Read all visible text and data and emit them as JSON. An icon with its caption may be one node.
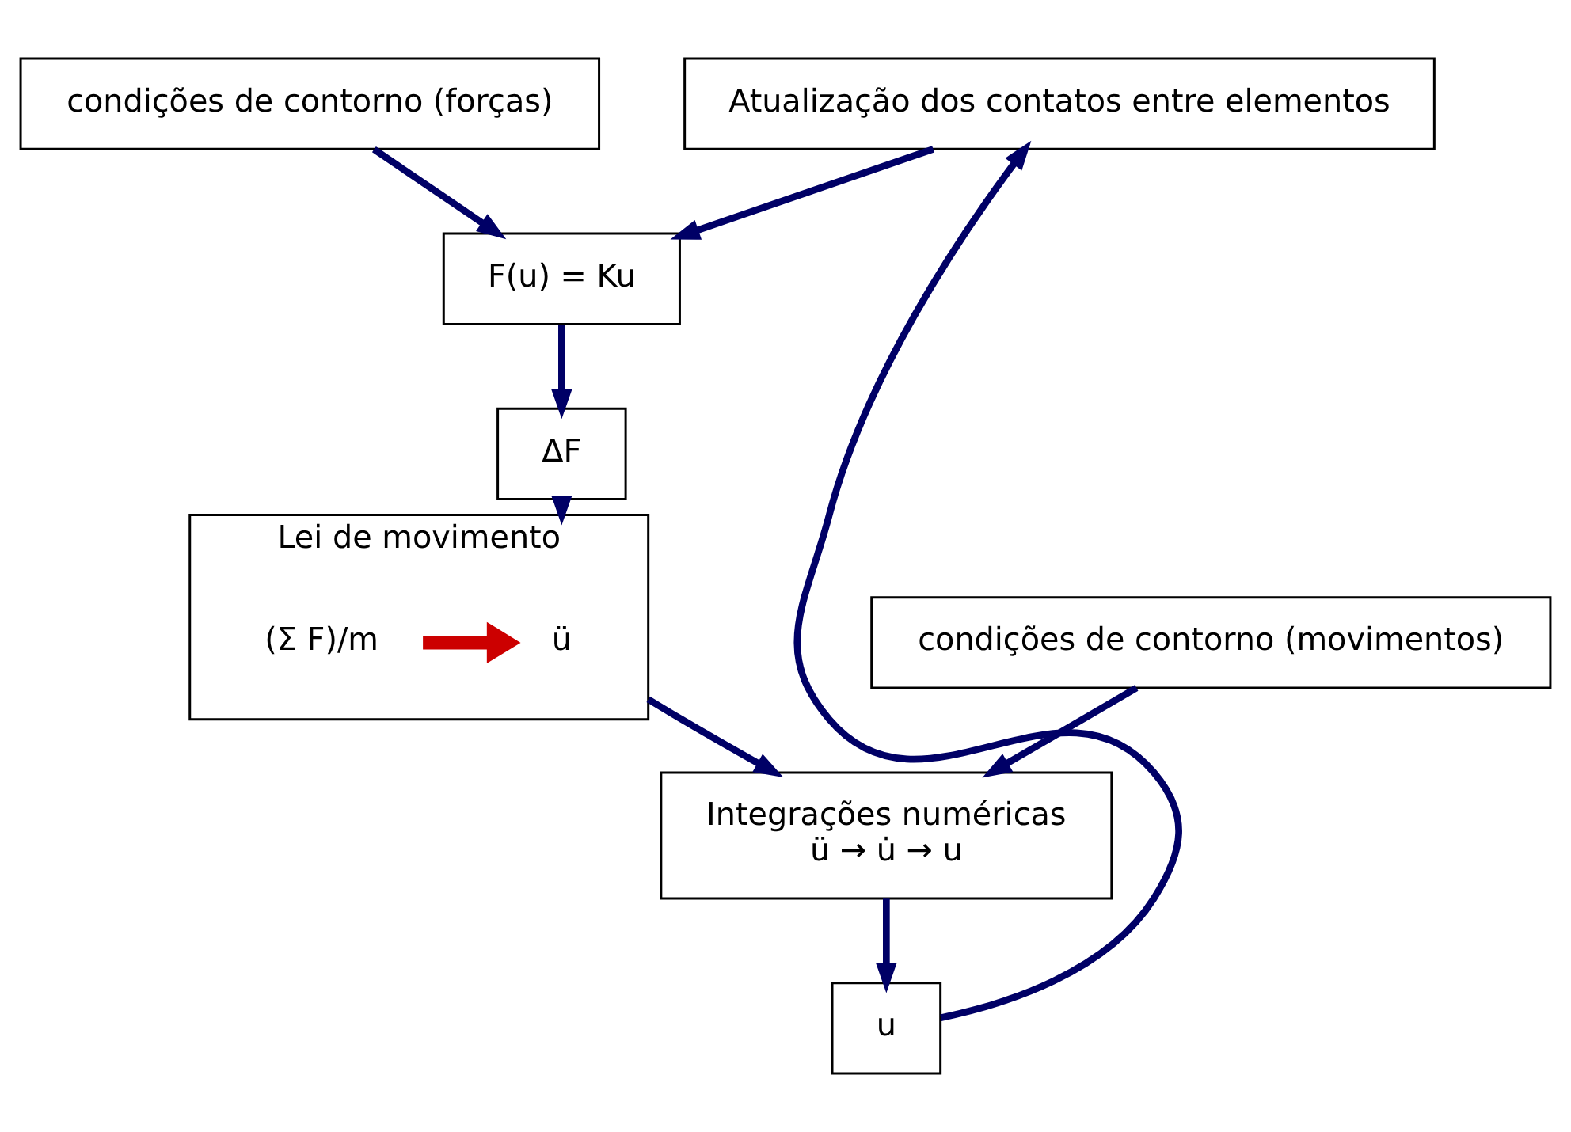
{
  "diagram": {
    "nodes": [
      {
        "text": [
          "condições de contorno (forças)"
        ]
      },
      {
        "text": [
          "Atualização dos contatos entre elementos"
        ]
      },
      {
        "text": [
          "F(u) = Ku"
        ]
      },
      {
        "text": [
          "ΔF"
        ]
      },
      {
        "text": [
          "Lei de movimento"
        ]
      },
      {
        "text": [
          "ü"
        ],
        "in": 4
      },
      {
        "text": [
          "(Σ F)/m"
        ],
        "in": 4
      },
      {
        "text": [
          "u"
        ]
      },
      {
        "text": [
          "condições de contorno (movimentos)"
        ]
      },
      {
        "text": [
          "Integrações numéricas",
          "ü → u̇ → u"
        ]
      }
    ],
    "edges": [
      {
        "from": 0,
        "to": 2,
        "arrow": "to"
      },
      {
        "from": 1,
        "to": 2,
        "arrow": "to"
      },
      {
        "from": 2,
        "to": 3,
        "arrow": "to"
      },
      {
        "from": 3,
        "to": 4,
        "arrow": "to"
      },
      {
        "from": 6,
        "to": 5,
        "arrow": "to",
        "style": "thick",
        "color": "#cc0000"
      },
      {
        "from": 4,
        "to": 9,
        "arrow": "to"
      },
      {
        "from": 8,
        "to": 9,
        "arrow": "to"
      },
      {
        "from": 9,
        "to": 7,
        "arrow": "to"
      },
      {
        "from": 7,
        "to": 1,
        "arrow": "to"
      }
    ]
  }
}
